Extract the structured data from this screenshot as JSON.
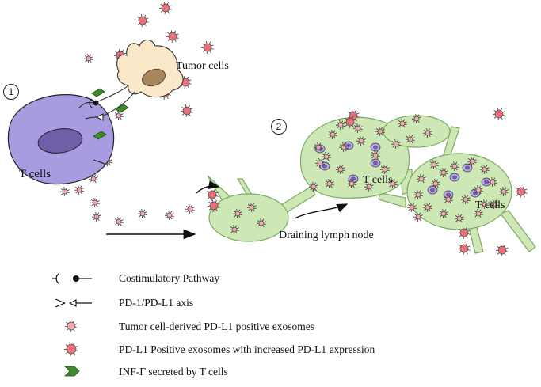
{
  "labels": {
    "tumor_cells": "Tumor cells",
    "t_cells": "T cells",
    "t_cells_node1": "T cells",
    "t_cells_node2": "T cells",
    "draining_lymph_node": "Draining lymph node"
  },
  "steps": {
    "one": "1",
    "two": "2"
  },
  "legend": [
    {
      "icon": "costimulatory-pathway-icon",
      "text": "Costimulatory Pathway"
    },
    {
      "icon": "pd1-pdl1-axis-icon",
      "text": "PD-1/PD-L1 axis"
    },
    {
      "icon": "exosome-light-icon",
      "text": "Tumor cell-derived PD-L1 positive  exosomes"
    },
    {
      "icon": "exosome-dark-icon",
      "text": "PD-L1 Positive exosomes with increased PD-L1 expression"
    },
    {
      "icon": "inf-gamma-icon",
      "text": "INF-Γ secreted by T cells"
    }
  ],
  "colors": {
    "t_cell_fill": "#a99be0",
    "t_cell_nucleus": "#6e5fa8",
    "tumor_fill": "#fbe8c8",
    "tumor_nucleus": "#a8855a",
    "lymph_fill": "#cde8b4",
    "lymph_stroke": "#7fa864",
    "exosome_light": "#f2a9ad",
    "exosome_dark": "#e8707a",
    "inf_gamma": "#3e8a2c"
  }
}
